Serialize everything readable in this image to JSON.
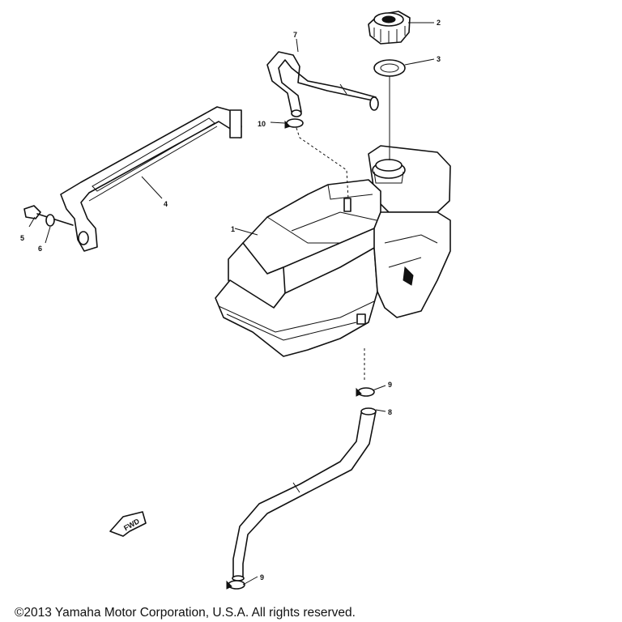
{
  "diagram": {
    "callouts": {
      "c1": "1",
      "c2": "2",
      "c3": "3",
      "c4": "4",
      "c5": "5",
      "c6": "6",
      "c7": "7",
      "c8": "8",
      "c9a": "9",
      "c9b": "9",
      "c10": "10"
    },
    "fwd_mark": "FWD"
  },
  "footer": {
    "copyright": "©2013 Yamaha Motor Corporation, U.S.A. All rights reserved."
  }
}
